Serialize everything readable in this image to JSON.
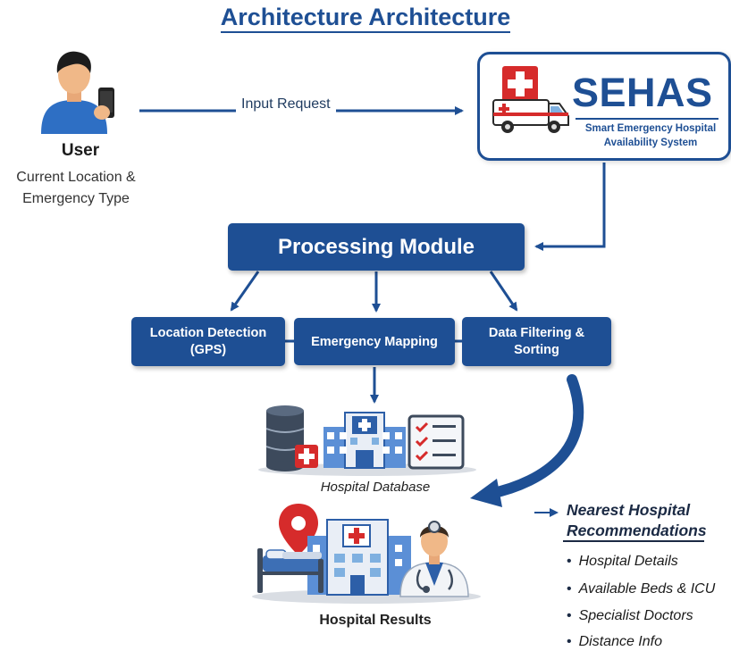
{
  "title": "Architecture Architecture",
  "user": {
    "name": "User",
    "subtitle_line1": "Current Location &",
    "subtitle_line2": "Emergency Type"
  },
  "edge_input_label": "Input Request",
  "sehas": {
    "name": "SEHAS",
    "subtitle_line1": "Smart Emergency Hospital",
    "subtitle_line2": "Availability System"
  },
  "processing_module": "Processing Module",
  "submodules": {
    "location_line1": "Location Detection",
    "location_line2": "(GPS)",
    "mapping": "Emergency Mapping",
    "filter_line1": "Data Filtering &",
    "filter_line2": "Sorting"
  },
  "database_label": "Hospital Database",
  "results_label": "Hospital Results",
  "recommendations": {
    "title_line1": "Nearest Hospital",
    "title_line2": "Recommendations",
    "items": [
      "Hospital Details",
      "Available Beds & ICU",
      "Specialist Doctors",
      "Distance Info"
    ]
  },
  "colors": {
    "primary_blue": "#1e4f94",
    "accent_red": "#d62b2b",
    "light_blue": "#5b8fd6"
  }
}
